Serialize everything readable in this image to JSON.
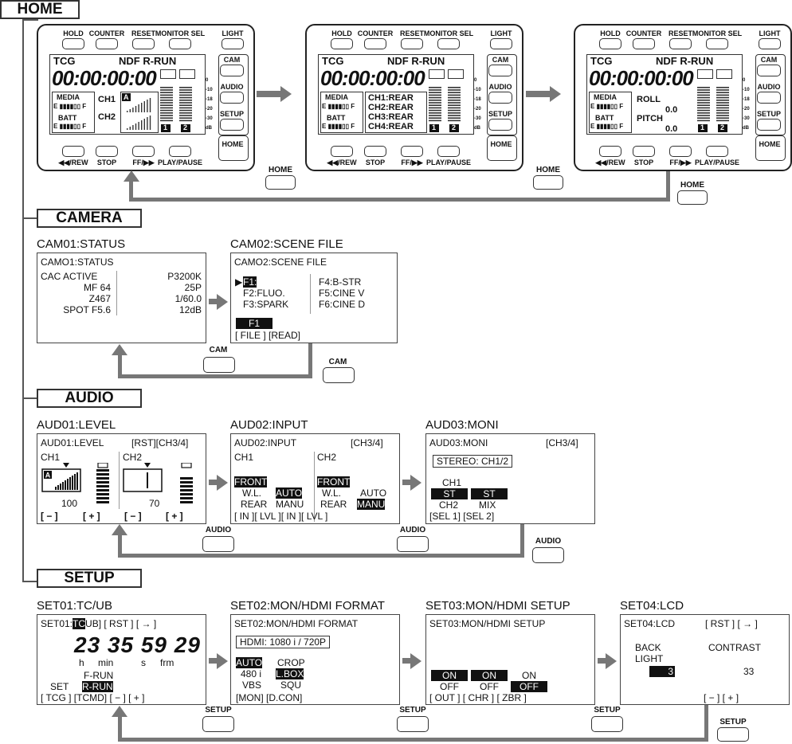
{
  "sections": {
    "home": "HOME",
    "camera": "CAMERA",
    "audio": "AUDIO",
    "setup": "SETUP"
  },
  "device": {
    "top_buttons": [
      "HOLD",
      "COUNTER",
      "RESET",
      "MONITOR SEL",
      "LIGHT"
    ],
    "side_buttons": [
      "CAM",
      "AUDIO",
      "SETUP"
    ],
    "home_button": "HOME",
    "bottom_buttons": [
      "◀◀/REW",
      "STOP",
      "FF/▶▶",
      "PLAY/PAUSE"
    ],
    "lcd": {
      "tcg": "TCG",
      "mode": "NDF  R-RUN",
      "timecode": "00:00:00:00",
      "media": "MEDIA",
      "batt": "BATT",
      "gauge_e": "E",
      "gauge_f": "F",
      "vu_scale": [
        "0",
        "-10",
        "-18",
        "-20",
        "-30",
        "dB"
      ],
      "ch_nums": [
        "1",
        "2"
      ]
    },
    "screens": [
      {
        "ch1": "CH1",
        "ch2": "CH2",
        "icon": "A"
      },
      {
        "lines": [
          "CH1:REAR",
          "CH2:REAR",
          "CH3:REAR",
          "CH4:REAR"
        ]
      },
      {
        "roll": "ROLL",
        "roll_val": "0.0",
        "pitch": "PITCH",
        "pitch_val": "0.0"
      }
    ]
  },
  "ext_buttons": {
    "home": "HOME",
    "cam": "CAM",
    "audio": "AUDIO",
    "setup": "SETUP"
  },
  "camera": {
    "cam01": {
      "caption": "CAM01:STATUS",
      "title": "CAMO1:STATUS",
      "left": [
        "CAC  ACTIVE",
        "MF 64",
        "Z467",
        "SPOT  F5.6"
      ],
      "right": [
        "P3200K",
        "25P",
        "1/60.0",
        "12dB"
      ]
    },
    "cam02": {
      "caption": "CAM02:SCENE FILE",
      "title": "CAMO2:SCENE FILE",
      "left": [
        "F1:",
        "F2:FLUO.",
        "F3:SPARK"
      ],
      "right": [
        "F4:B-STR",
        "F5:CINE V",
        "F6:CINE D"
      ],
      "selected": "F1",
      "bottom": "[ FILE ] [READ]"
    }
  },
  "audio": {
    "aud01": {
      "caption": "AUD01:LEVEL",
      "title": "AUD01:LEVEL",
      "right_title": "[RST][CH3/4]",
      "ch1": "CH1",
      "ch2": "CH2",
      "icon": "A",
      "val1": "100",
      "val2": "70",
      "bottom": [
        "[ − ]",
        "[ + ]",
        "[ − ]",
        "[ + ]"
      ]
    },
    "aud02": {
      "caption": "AUD02:INPUT",
      "title": "AUD02:INPUT",
      "right_title": "[CH3/4]",
      "ch1": "CH1",
      "ch2": "CH2",
      "front": "FRONT",
      "wl": "W.L.",
      "auto": "AUTO",
      "rear": "REAR",
      "manu": "MANU",
      "bottom": "[  IN  ][ LVL ][  IN  ][ LVL ]"
    },
    "aud03": {
      "caption": "AUD03:MONI",
      "title": "AUD03:MONI",
      "right_title": "[CH3/4]",
      "stereo": "STEREO: CH1/2",
      "ch1": "CH1",
      "st": "ST",
      "ch2": "CH2",
      "mix": "MIX",
      "bottom": "[SEL 1]  [SEL 2]"
    }
  },
  "setup": {
    "set01": {
      "caption": "SET01:TC/UB",
      "title_pre": "SET01:",
      "tc": "TC",
      "title_post": "UB] [ RST ] [ → ]",
      "digits": "23 35 59 29",
      "units": [
        "h",
        "min",
        "s",
        "frm"
      ],
      "frun": "F-RUN",
      "set": "SET",
      "rrun": "R-RUN",
      "bottom": "[ TCG ] [TCMD] [  −  ] [  +  ]"
    },
    "set02": {
      "caption": "SET02:MON/HDMI FORMAT",
      "title": "SET02:MON/HDMI  FORMAT",
      "hdmi": "HDMI: 1080 i / 720P",
      "auto": "AUTO",
      "crop": "CROP",
      "fmt": "480 i",
      "lbox": "L.BOX",
      "vbs": "VBS",
      "squ": "SQU",
      "bottom": "[MON]  [D.CON]"
    },
    "set03": {
      "caption": "SET03:MON/HDMI SETUP",
      "title": "SET03:MON/HDMI  SETUP",
      "on": "ON",
      "off": "OFF",
      "bottom": "[ OUT ] [ CHR ] [ ZBR ]"
    },
    "set04": {
      "caption": "SET04:LCD",
      "title": "SET04:LCD",
      "right_title": "[ RST ] [ → ]",
      "back": "BACK",
      "light": "LIGHT",
      "contrast": "CONTRAST",
      "val_back": "3",
      "val_contrast": "33",
      "bottom": "[  −  ] [  +  ]"
    }
  }
}
